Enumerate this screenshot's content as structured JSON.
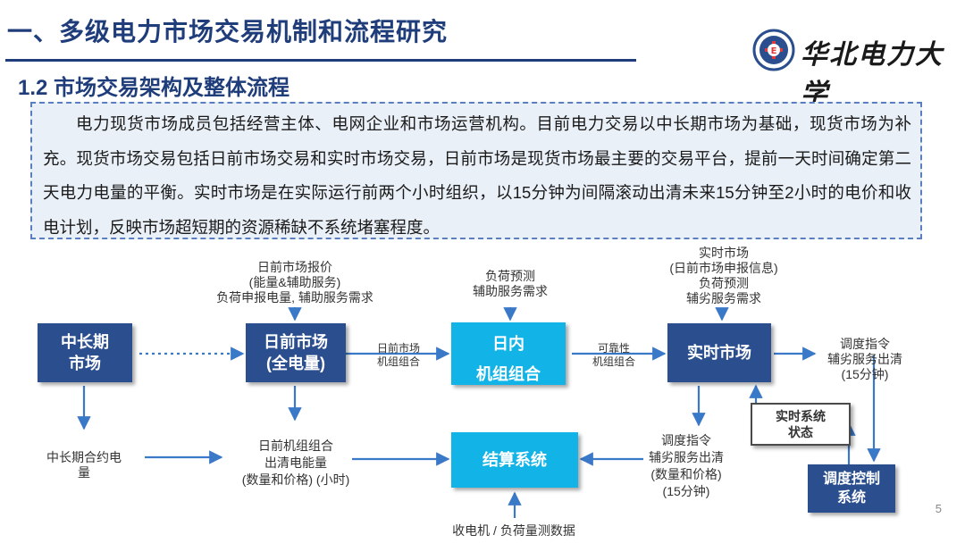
{
  "header": {
    "title": "一、多级电力市场交易机制和流程研究",
    "subtitle": "1.2 市场交易架构及整体流程",
    "university": "华北电力大学"
  },
  "intro": "电力现货市场成员包括经营主体、电网企业和市场运营机构。目前电力交易以中长期市场为基础，现货市场为补充。现货市场交易包括日前市场交易和实时市场交易，日前市场是现货市场最主要的交易平台，提前一天时间确定第二天电力电量的平衡。实时市场是在实际运行前两个小时组织，以15分钟为间隔滚动出清未来15分钟至2小时的电价和收电计划，反映市场超短期的资源稀缺不系统堵塞程度。",
  "diagram": {
    "boxes": {
      "mid_long": [
        "中长期",
        "市场"
      ],
      "day_ahead": [
        "日前市场",
        "(全电量)"
      ],
      "day_unit": [
        "日内",
        "机组组合"
      ],
      "realtime": "实时市场",
      "settlement": "结算系统",
      "rt_status": [
        "实时系统",
        "状态"
      ],
      "dispatch": [
        "调度控制",
        "系统"
      ]
    },
    "labels": {
      "day_ahead_inputs": [
        "日前市场报价",
        "(能量&辅助服务)",
        "负荷申报电量, 辅助服务需求"
      ],
      "intraday_inputs": [
        "负荷预测",
        "辅助服务需求"
      ],
      "realtime_inputs": [
        "实时市场",
        "(日前市场申报信息)",
        "负荷预测",
        "辅劣服务需求"
      ],
      "arrow_da_intraday": [
        "日前市场",
        "机组组合"
      ],
      "arrow_intraday_rt": [
        "可靠性",
        "机组组合"
      ],
      "rt_outputs": [
        "调度指令",
        "辅劣服务出清",
        "(15分钟)"
      ],
      "mid_long_contract": [
        "中长期合约电",
        "量"
      ],
      "da_clearing": [
        "日前机组组合",
        "出清电能量",
        "(数量和价格) (小时)"
      ],
      "rt_clearing": [
        "调度指令",
        "辅劣服务出清",
        "(数量和价格)",
        "(15分钟)"
      ],
      "metering": "收电机 / 负荷量测数据"
    }
  },
  "page_number": "5",
  "colors": {
    "title": "#1f3d7a",
    "dark_box": "#2b4f8e",
    "cyan_box": "#12b4e8",
    "arrow": "#3a78c8",
    "textbox_bg": "#eaf0f8"
  }
}
